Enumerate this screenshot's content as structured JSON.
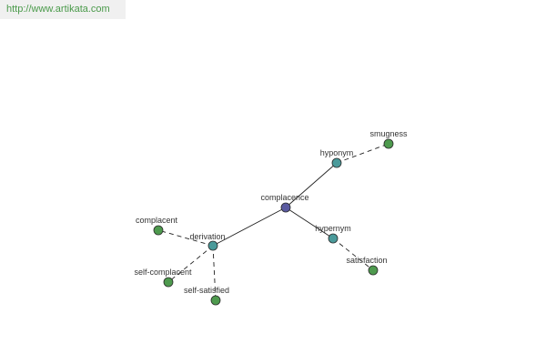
{
  "watermark": {
    "text": "http://www.artikata.com"
  },
  "colors": {
    "center_node": "#5a5aa0",
    "relation_node": "#4a9a9a",
    "word_node": "#4e9a4e",
    "node_stroke": "#2a2a2a",
    "edge": "#222222"
  },
  "graph": {
    "nodes": [
      {
        "id": "complacence",
        "label": "complacence",
        "kind": "center"
      },
      {
        "id": "hyponym",
        "label": "hyponym",
        "kind": "relation"
      },
      {
        "id": "hypernym",
        "label": "hypernym",
        "kind": "relation"
      },
      {
        "id": "derivation",
        "label": "derivation",
        "kind": "relation"
      },
      {
        "id": "smugness",
        "label": "smugness",
        "kind": "word"
      },
      {
        "id": "satisfaction",
        "label": "satisfaction",
        "kind": "word"
      },
      {
        "id": "complacent",
        "label": "complacent",
        "kind": "word"
      },
      {
        "id": "self-complacent",
        "label": "self-complacent",
        "kind": "word"
      },
      {
        "id": "self-satisfied",
        "label": "self-satisfied",
        "kind": "word"
      }
    ],
    "edges": [
      {
        "from": "complacence",
        "to": "hyponym",
        "style": "solid"
      },
      {
        "from": "complacence",
        "to": "hypernym",
        "style": "solid"
      },
      {
        "from": "complacence",
        "to": "derivation",
        "style": "solid"
      },
      {
        "from": "hyponym",
        "to": "smugness",
        "style": "dashed"
      },
      {
        "from": "hypernym",
        "to": "satisfaction",
        "style": "dashed"
      },
      {
        "from": "derivation",
        "to": "complacent",
        "style": "dashed"
      },
      {
        "from": "derivation",
        "to": "self-complacent",
        "style": "dashed"
      },
      {
        "from": "derivation",
        "to": "self-satisfied",
        "style": "dashed"
      }
    ]
  }
}
